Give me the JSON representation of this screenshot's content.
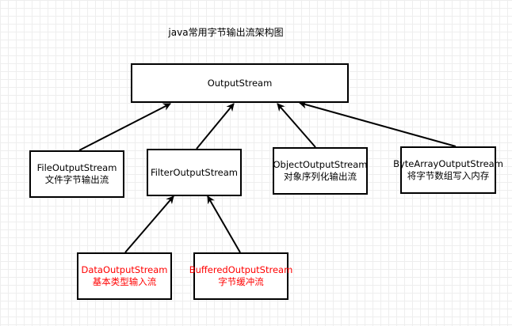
{
  "title": "java常用字节输出流架构图",
  "colors": {
    "line": "#000000",
    "text": "#000000",
    "highlight_text": "#ff0000",
    "grid": "#eeeeee"
  },
  "nodes": {
    "output_stream": {
      "name": "OutputStream"
    },
    "file_output_stream": {
      "name": "FileOutputStream",
      "desc": "文件字节输出流"
    },
    "filter_output_stream": {
      "name": "FilterOutputStream"
    },
    "object_output_stream": {
      "name": "ObjectOutputStream",
      "desc": "对象序列化输出流"
    },
    "byte_array_output_stream": {
      "name": "ByteArrayOutputStream",
      "desc": "将字节数组写入内存"
    },
    "data_output_stream": {
      "name": "DataOutputStream",
      "desc": "基本类型输入流"
    },
    "buffered_output_stream": {
      "name": "BufferedOutputStream",
      "desc": "字节缓冲流"
    }
  },
  "edges": [
    {
      "from": "file_output_stream",
      "to": "output_stream"
    },
    {
      "from": "filter_output_stream",
      "to": "output_stream"
    },
    {
      "from": "object_output_stream",
      "to": "output_stream"
    },
    {
      "from": "byte_array_output_stream",
      "to": "output_stream"
    },
    {
      "from": "data_output_stream",
      "to": "filter_output_stream"
    },
    {
      "from": "buffered_output_stream",
      "to": "filter_output_stream"
    }
  ]
}
